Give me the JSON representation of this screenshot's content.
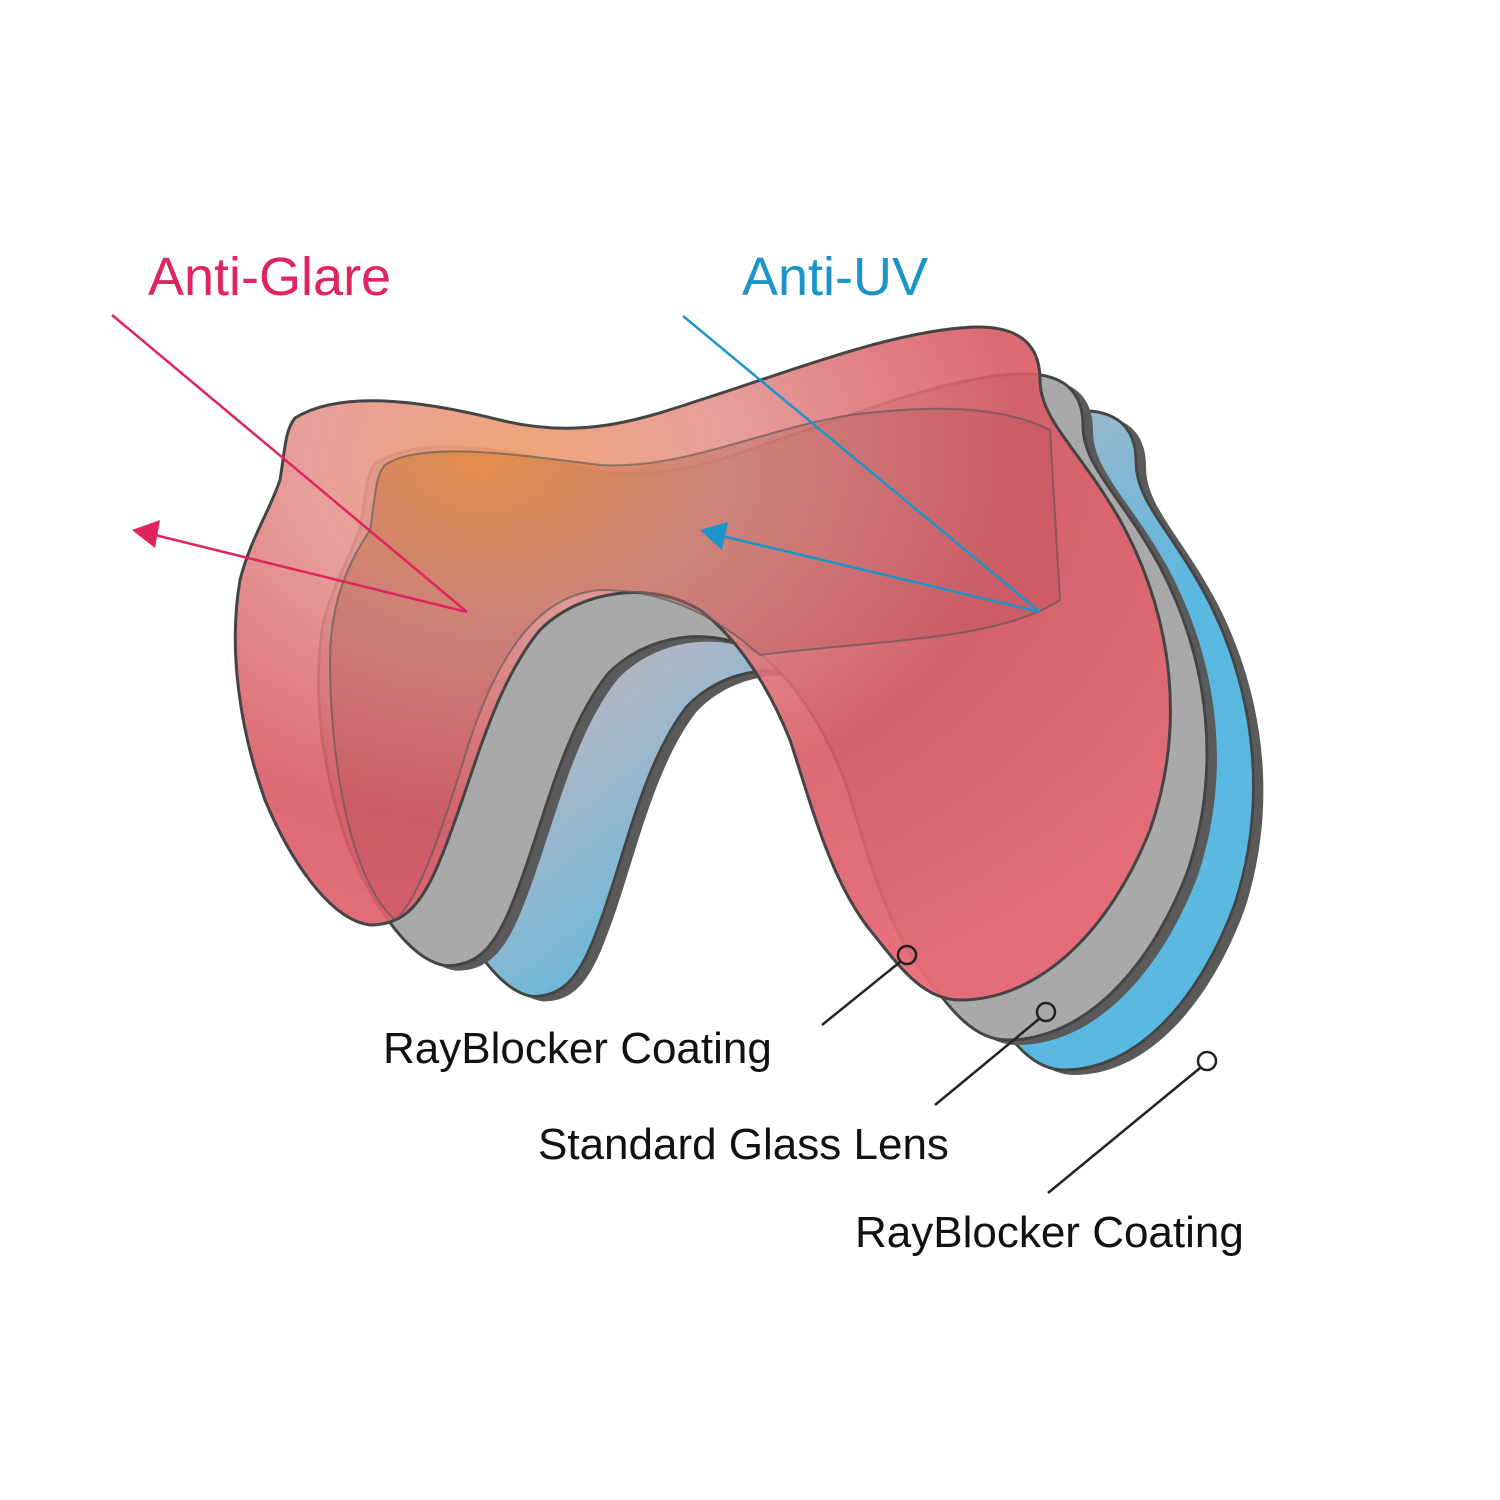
{
  "headings": {
    "anti_glare": "Anti-Glare",
    "anti_uv": "Anti-UV"
  },
  "layers": [
    {
      "label": "RayBlocker Coating",
      "color": "#d9485a"
    },
    {
      "label": "Standard Glass Lens",
      "color": "#a8a8a8"
    },
    {
      "label": "RayBlocker Coating",
      "color": "#5bb8e0"
    }
  ],
  "colors": {
    "anti_glare": "#e0245e",
    "anti_uv": "#1b95c9",
    "outline": "#444444"
  }
}
